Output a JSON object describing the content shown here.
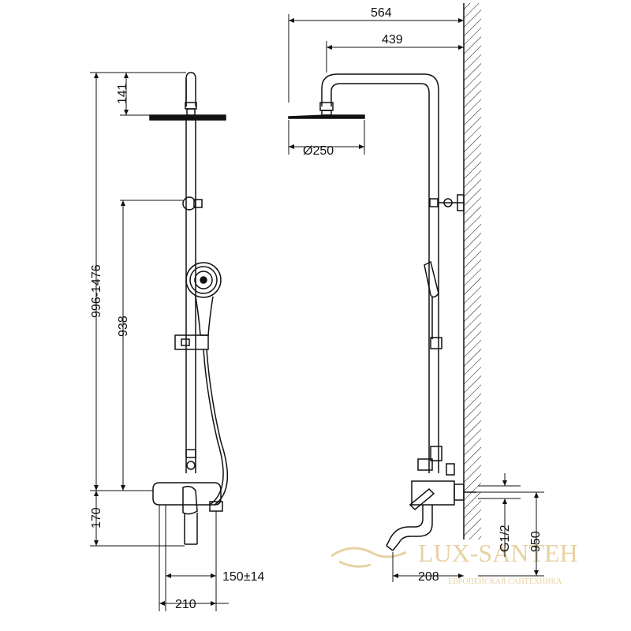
{
  "dimensions": {
    "front_top": "141",
    "front_height": "996-1476",
    "front_bar": "938",
    "front_bottom": "170",
    "front_offset": "150±14",
    "front_width": "210",
    "side_total": "564",
    "side_arm": "439",
    "side_head": "Ø250",
    "side_thread": "G1/2",
    "side_height": "950",
    "side_spout": "208"
  },
  "watermark": {
    "brand": "LUX-SANTEH",
    "subtitle": "ЕВРОПЕЙСКАЯ САНТЕХНИКА"
  },
  "colors": {
    "line": "#111111",
    "watermark": "#e7d2a3"
  }
}
